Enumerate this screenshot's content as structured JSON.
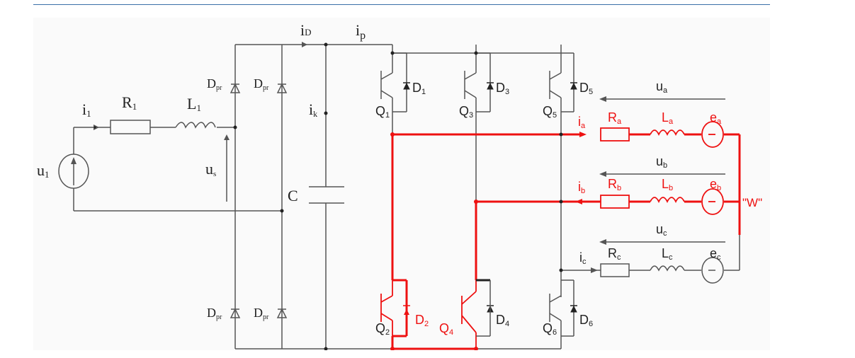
{
  "colors": {
    "wire": "#555555",
    "highlight": "#ee1111",
    "background": "#fafafa",
    "rule": "#3a6fa8"
  },
  "labels": {
    "i1": "i",
    "i1_sub": "1",
    "R1": "R",
    "R1_sub": "1",
    "L1": "L",
    "L1_sub": "1",
    "u1": "u",
    "u1_sub": "1",
    "us": "u",
    "us_sub": "s",
    "iD": "i",
    "iD_sub": "D",
    "ip": "i",
    "ip_sub": "p",
    "ik": "i",
    "ik_sub": "k",
    "C": "C",
    "Dpr": "D",
    "Dpr_sub": "pr",
    "Q": "Q",
    "D": "D",
    "q1": "1",
    "q2": "2",
    "q3": "3",
    "q4": "4",
    "q5": "5",
    "q6": "6",
    "ua": "u",
    "ua_sub": "a",
    "ub": "u",
    "ub_sub": "b",
    "uc": "u",
    "uc_sub": "c",
    "ia": "i",
    "ia_sub": "a",
    "ib": "i",
    "ib_sub": "b",
    "ic": "i",
    "ic_sub": "c",
    "Ra": "R",
    "Ra_sub": "a",
    "Rb": "R",
    "Rb_sub": "b",
    "Rc": "R",
    "Rc_sub": "c",
    "La": "L",
    "La_sub": "a",
    "Lb": "L",
    "Lb_sub": "b",
    "Lc": "L",
    "Lc_sub": "c",
    "ea": "e",
    "ea_sub": "a",
    "eb": "e",
    "eb_sub": "b",
    "ec": "e",
    "ec_sub": "c",
    "W": "\"W\""
  }
}
